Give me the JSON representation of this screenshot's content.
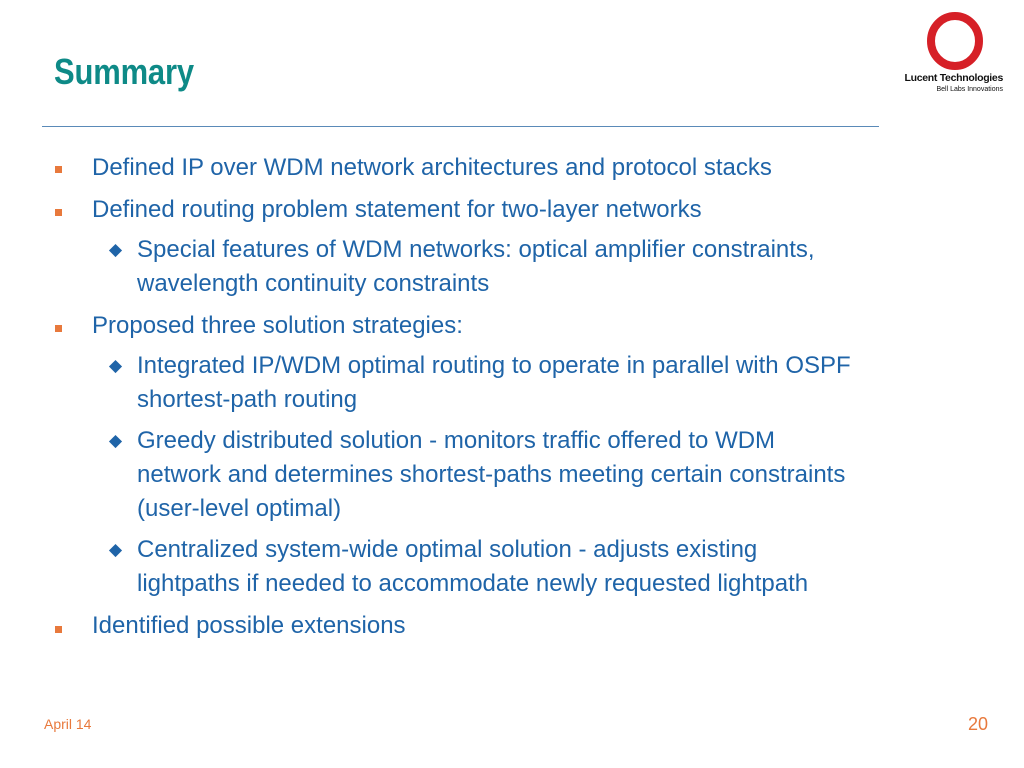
{
  "slide": {
    "title": "Summary",
    "logo": {
      "name": "Lucent Technologies",
      "tagline": "Bell Labs Innovations"
    },
    "bullets": [
      {
        "level": 1,
        "lines": [
          "Defined IP over WDM network architectures and protocol stacks"
        ]
      },
      {
        "level": 1,
        "lines": [
          "Defined routing problem statement for two-layer networks"
        ]
      },
      {
        "level": 2,
        "lines": [
          "Special features of WDM networks: optical amplifier constraints,",
          "wavelength continuity constraints"
        ]
      },
      {
        "level": 1,
        "lines": [
          "Proposed three solution strategies:"
        ]
      },
      {
        "level": 2,
        "lines": [
          "Integrated IP/WDM optimal routing to operate in parallel with OSPF",
          "shortest-path routing"
        ]
      },
      {
        "level": 2,
        "lines": [
          "Greedy distributed solution - monitors traffic offered to WDM",
          "network and determines shortest-paths meeting certain constraints",
          "(user-level optimal)"
        ]
      },
      {
        "level": 2,
        "lines": [
          "Centralized system-wide optimal solution - adjusts existing",
          "lightpaths if needed to accommodate newly requested lightpath"
        ]
      },
      {
        "level": 1,
        "lines": [
          "Identified possible extensions"
        ]
      }
    ],
    "footer": {
      "date": "April 14",
      "page": "20"
    },
    "colors": {
      "title": "#0e8a87",
      "body_text": "#1f64a8",
      "accent": "#e8793c",
      "logo_ring": "#d62027"
    },
    "icons": {
      "level1_bullet": "square-bullet-icon",
      "level2_bullet": "diamond-bullet-icon",
      "logo": "lucent-ring-logo-icon"
    }
  }
}
